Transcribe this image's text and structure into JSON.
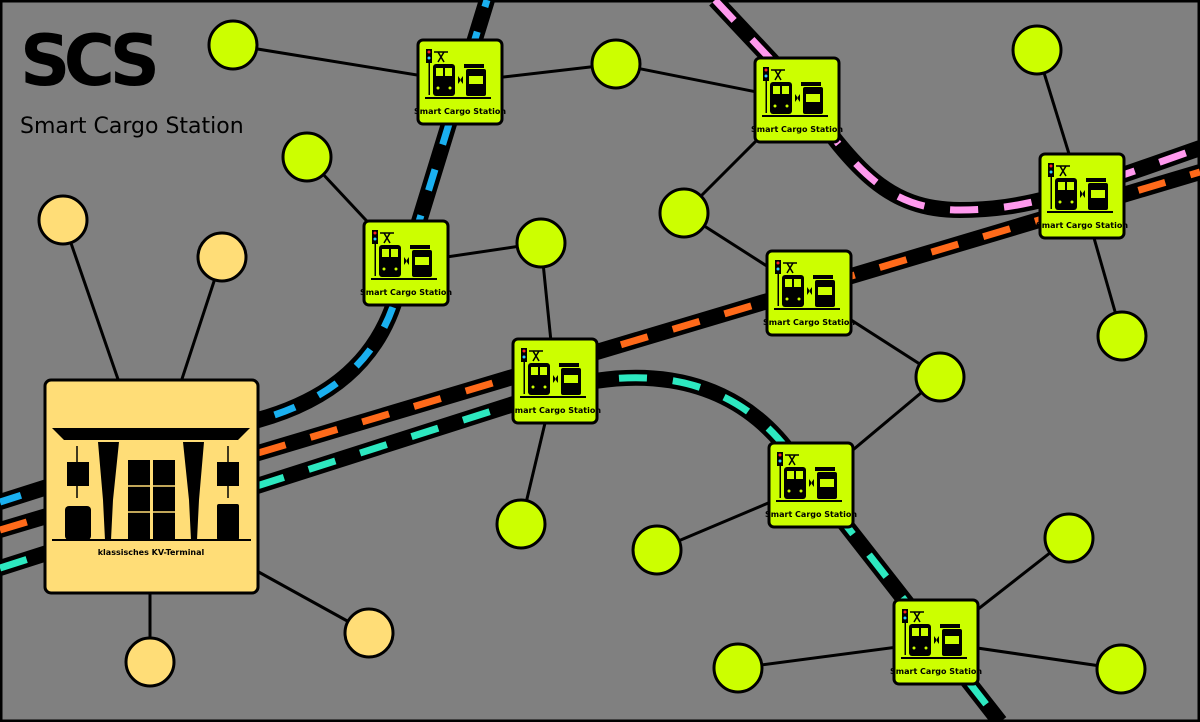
{
  "header": {
    "title": "SCS",
    "subtitle": "Smart Cargo Station"
  },
  "station_label": "Smart Cargo Station",
  "terminal_label": "klassisches KV-Terminal",
  "colors": {
    "background": "#808080",
    "station": "#ccff00",
    "terminal": "#ffdd77",
    "line_blue": "#1ab0f0",
    "line_orange": "#ff6a1a",
    "line_teal": "#2de8c0",
    "line_pink": "#ff99ee"
  }
}
